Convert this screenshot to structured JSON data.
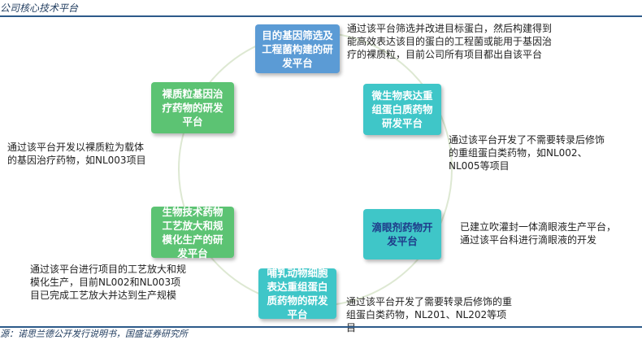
{
  "header": {
    "title": "公司核心技术平台"
  },
  "footer": {
    "source": "源：诺思兰德公开发行说明书，国盛证券研究所"
  },
  "colors": {
    "blue": "#5b9bd5",
    "teal": "#3fc6c8",
    "green": "#5cc373",
    "ring": "#dde8d2",
    "rule": "#2d5a8a"
  },
  "platforms": [
    {
      "name": "目的基因筛选及工程菌构建的研发平台",
      "description": "通过该平台筛选并改进目标蛋白，然后构建得到能高效表达该目的蛋白的工程菌或能用于基因治疗的裸质粒，目前公司所有项目都出自该平台"
    },
    {
      "name": "微生物表达重组蛋白质药物研发平台",
      "description": "通过该平台开发了不需要转录后修饰的重组蛋白类药物，如NL002、NL005等项目"
    },
    {
      "name": "滴眼剂药物开发平台",
      "description": "已建立吹灌封一体滴眼液生产平台，通过该平台科进行滴眼液的开发"
    },
    {
      "name": "哺乳动物细胞表达重组蛋白质药物的研发平台",
      "description": "通过该平台开发了需要转录后修饰的重组蛋白类药物，NL201、NL202等项目"
    },
    {
      "name": "生物技术药物工艺放大和规模化生产的研发平台",
      "description": "通过该平台进行项目的工艺放大和规模化生产，目前NL002和NL003项目已完成工艺放大并达到生产规模"
    },
    {
      "name": "裸质粒基因治疗药物的研发平台",
      "description": "通过该平台开发以裸质粒为载体的基因治疗药物，如NL003项目"
    }
  ]
}
